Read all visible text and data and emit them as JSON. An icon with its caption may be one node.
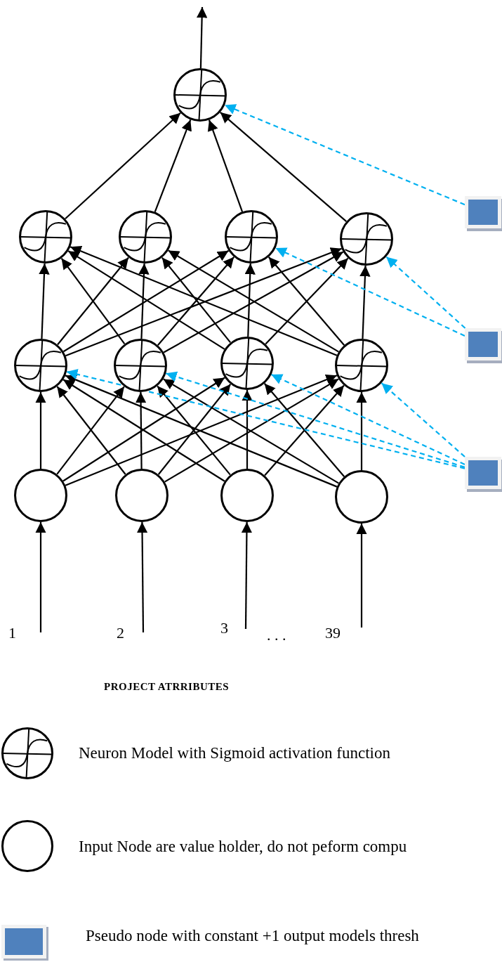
{
  "diagram": {
    "nodes": [
      {
        "text": [],
        "shape": "neuron"
      },
      {
        "text": [],
        "shape": "neuron"
      },
      {
        "text": [],
        "shape": "neuron"
      },
      {
        "text": [],
        "shape": "neuron"
      },
      {
        "text": [],
        "shape": "neuron"
      },
      {
        "text": [],
        "shape": "neuron"
      },
      {
        "text": [],
        "shape": "neuron"
      },
      {
        "text": [],
        "shape": "neuron"
      },
      {
        "text": [],
        "shape": "neuron"
      },
      {
        "text": [],
        "shape": "circle"
      },
      {
        "text": [],
        "shape": "circle"
      },
      {
        "text": [],
        "shape": "circle"
      },
      {
        "text": [],
        "shape": "circle"
      },
      {
        "text": [],
        "shape": "box"
      },
      {
        "text": [],
        "shape": "box"
      },
      {
        "text": [],
        "shape": "box"
      }
    ],
    "edges": [
      {
        "from": 0,
        "to": null,
        "arrow": "to"
      },
      {
        "from": 1,
        "to": 0,
        "arrow": "to"
      },
      {
        "from": 2,
        "to": 0,
        "arrow": "to"
      },
      {
        "from": 3,
        "to": 0,
        "arrow": "to"
      },
      {
        "from": 4,
        "to": 0,
        "arrow": "to"
      },
      {
        "from": 5,
        "to": 1,
        "arrow": "to"
      },
      {
        "from": 5,
        "to": 2,
        "arrow": "to"
      },
      {
        "from": 5,
        "to": 3,
        "arrow": "to"
      },
      {
        "from": 5,
        "to": 4,
        "arrow": "to"
      },
      {
        "from": 6,
        "to": 1,
        "arrow": "to"
      },
      {
        "from": 6,
        "to": 2,
        "arrow": "to"
      },
      {
        "from": 6,
        "to": 3,
        "arrow": "to"
      },
      {
        "from": 6,
        "to": 4,
        "arrow": "to"
      },
      {
        "from": 7,
        "to": 1,
        "arrow": "to"
      },
      {
        "from": 7,
        "to": 2,
        "arrow": "to"
      },
      {
        "from": 7,
        "to": 3,
        "arrow": "to"
      },
      {
        "from": 7,
        "to": 4,
        "arrow": "to"
      },
      {
        "from": 8,
        "to": 1,
        "arrow": "to"
      },
      {
        "from": 8,
        "to": 2,
        "arrow": "to"
      },
      {
        "from": 8,
        "to": 3,
        "arrow": "to"
      },
      {
        "from": 8,
        "to": 4,
        "arrow": "to"
      },
      {
        "from": 9,
        "to": 5,
        "arrow": "to"
      },
      {
        "from": 9,
        "to": 6,
        "arrow": "to"
      },
      {
        "from": 9,
        "to": 7,
        "arrow": "to"
      },
      {
        "from": 9,
        "to": 8,
        "arrow": "to"
      },
      {
        "from": 10,
        "to": 5,
        "arrow": "to"
      },
      {
        "from": 10,
        "to": 6,
        "arrow": "to"
      },
      {
        "from": 10,
        "to": 7,
        "arrow": "to"
      },
      {
        "from": 10,
        "to": 8,
        "arrow": "to"
      },
      {
        "from": 11,
        "to": 5,
        "arrow": "to"
      },
      {
        "from": 11,
        "to": 6,
        "arrow": "to"
      },
      {
        "from": 11,
        "to": 7,
        "arrow": "to"
      },
      {
        "from": 11,
        "to": 8,
        "arrow": "to"
      },
      {
        "from": 12,
        "to": 5,
        "arrow": "to"
      },
      {
        "from": 12,
        "to": 6,
        "arrow": "to"
      },
      {
        "from": 12,
        "to": 7,
        "arrow": "to"
      },
      {
        "from": 12,
        "to": 8,
        "arrow": "to"
      },
      {
        "from": null,
        "to": 9,
        "arrow": "to"
      },
      {
        "from": null,
        "to": 10,
        "arrow": "to"
      },
      {
        "from": null,
        "to": 11,
        "arrow": "to"
      },
      {
        "from": null,
        "to": 12,
        "arrow": "to"
      },
      {
        "from": 13,
        "to": 0,
        "arrow": "to",
        "style": "dashed",
        "color": "#00b0f0"
      },
      {
        "from": 14,
        "to": 3,
        "arrow": "to",
        "style": "dashed",
        "color": "#00b0f0"
      },
      {
        "from": 14,
        "to": 4,
        "arrow": "to",
        "style": "dashed",
        "color": "#00b0f0"
      },
      {
        "from": 15,
        "to": 5,
        "arrow": "to",
        "style": "dashed",
        "color": "#00b0f0"
      },
      {
        "from": 15,
        "to": 6,
        "arrow": "to",
        "style": "dashed",
        "color": "#00b0f0"
      },
      {
        "from": 15,
        "to": 7,
        "arrow": "to",
        "style": "dashed",
        "color": "#00b0f0"
      },
      {
        "from": 15,
        "to": 8,
        "arrow": "to",
        "style": "dashed",
        "color": "#00b0f0"
      }
    ],
    "labels": [
      "1",
      "2",
      "3",
      ". . .",
      "39",
      "PROJECT ATRRIBUTES"
    ],
    "legend": [
      {
        "text": "Neuron Model with Sigmoid activation function"
      },
      {
        "text": "Input Node are value holder, do not peform  compu"
      },
      {
        "text": "Pseudo node with constant +1 output models thresh"
      }
    ]
  }
}
